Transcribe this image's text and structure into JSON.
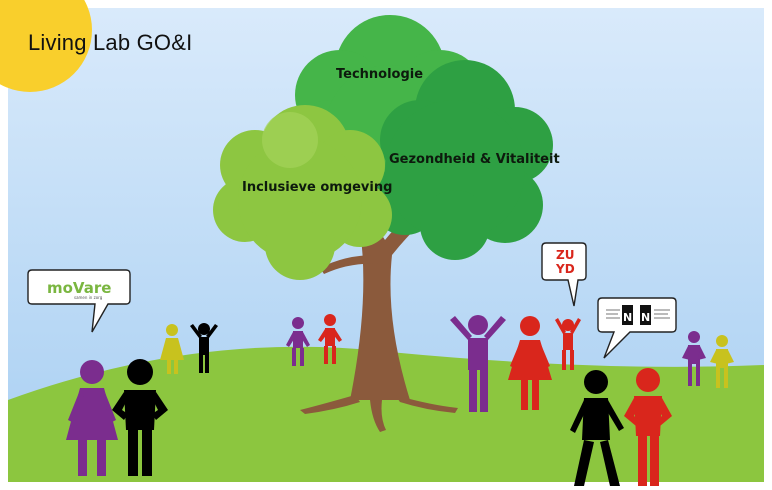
{
  "title": "Living Lab GO&I",
  "themes": {
    "top": "Technologie",
    "right": "Gezondheid & Vitaliteit",
    "left": "Inclusieve omgeving"
  },
  "partners": {
    "movare": {
      "name": "moVare",
      "tagline": "samen in zorg"
    },
    "zuyd": {
      "line1": "ZU",
      "line2": "YD"
    },
    "right_logos": {
      "logo1_letter": "N",
      "logo2_letter": "N"
    }
  },
  "colors": {
    "sky": "#bcd9f5",
    "grass": "#8cc63f",
    "trunk": "#8b5a3c",
    "purple": "#7b2d8e",
    "red": "#d9261c",
    "black": "#000000",
    "yellow": "#c8c21e",
    "sun": "#fdd835"
  }
}
